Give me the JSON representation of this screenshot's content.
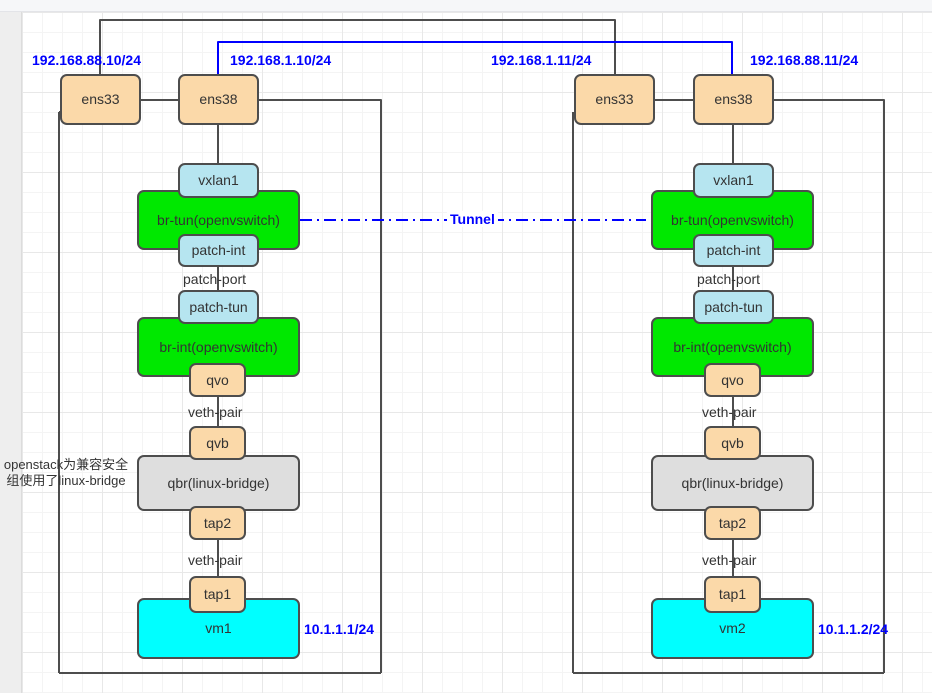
{
  "diagram": {
    "title": "OpenStack Neutron OVS VXLAN topology",
    "colors": {
      "nic": "#fbd9a9",
      "ovs_bridge": "#00e800",
      "ovs_port": "#b6e5f0",
      "linux_bridge": "#dedede",
      "vm": "#00ffff",
      "ip_label": "#0000ff",
      "tunnel_line": "#0000ff",
      "wire": "#4d4d4d"
    },
    "note": "openstack为兼容安全组使用了linux-bridge",
    "tunnel_label": "Tunnel"
  },
  "hosts": [
    {
      "id": "host-left",
      "ip_labels": [
        {
          "name": "ens33-ip",
          "text": "192.168.88.10/24"
        },
        {
          "name": "ens38-ip",
          "text": "192.168.1.10/24"
        }
      ],
      "nics": [
        {
          "name": "ens33",
          "label": "ens33"
        },
        {
          "name": "ens38",
          "label": "ens38"
        }
      ],
      "br_tun": {
        "label": "br-tun(openvswitch)",
        "top_port": "vxlan1",
        "bottom_port": "patch-int"
      },
      "link_patch": "patch-port",
      "br_int": {
        "label": "br-int(openvswitch)",
        "top_port": "patch-tun",
        "bottom_port": "qvo"
      },
      "link_veth_top": "veth-pair",
      "qbr": {
        "label": "qbr(linux-bridge)",
        "top_port": "qvb",
        "bottom_port": "tap2"
      },
      "link_veth_bottom": "veth-pair",
      "vm": {
        "label": "vm1",
        "tap": "tap1",
        "ip": "10.1.1.1/24"
      }
    },
    {
      "id": "host-right",
      "ip_labels": [
        {
          "name": "ens33-ip",
          "text": "192.168.1.11/24"
        },
        {
          "name": "ens38-ip",
          "text": "192.168.88.11/24"
        }
      ],
      "nics": [
        {
          "name": "ens33",
          "label": "ens33"
        },
        {
          "name": "ens38",
          "label": "ens38"
        }
      ],
      "br_tun": {
        "label": "br-tun(openvswitch)",
        "top_port": "vxlan1",
        "bottom_port": "patch-int"
      },
      "link_patch": "patch-port",
      "br_int": {
        "label": "br-int(openvswitch)",
        "top_port": "patch-tun",
        "bottom_port": "qvo"
      },
      "link_veth_top": "veth-pair",
      "qbr": {
        "label": "qbr(linux-bridge)",
        "top_port": "qvb",
        "bottom_port": "tap2"
      },
      "link_veth_bottom": "veth-pair",
      "vm": {
        "label": "vm2",
        "tap": "tap1",
        "ip": "10.1.1.2/24"
      }
    }
  ]
}
